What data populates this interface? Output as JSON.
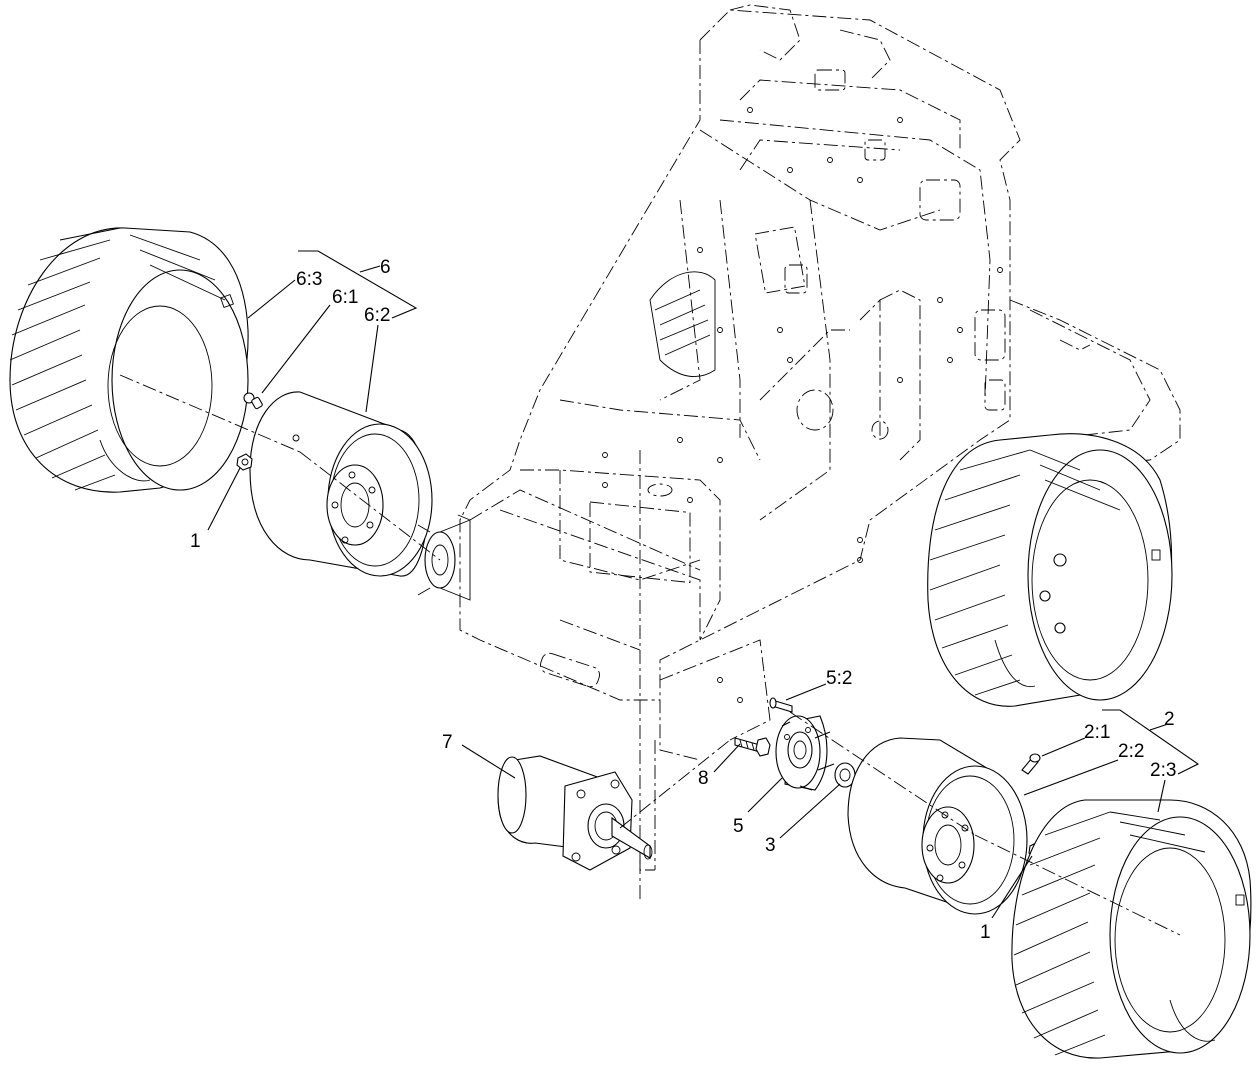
{
  "callouts": {
    "c6": "6",
    "c6_1": "6:1",
    "c6_2": "6:2",
    "c6_3": "6:3",
    "c1a": "1",
    "c1b": "1",
    "c7": "7",
    "c8": "8",
    "c5": "5",
    "c5_2": "5:2",
    "c3": "3",
    "c2": "2",
    "c2_1": "2:1",
    "c2_2": "2:2",
    "c2_3": "2:3"
  },
  "parts": {
    "frame": "machine-frame",
    "left_tire": "tire",
    "right_rear_tire": "tire",
    "right_front_tire": "tire",
    "left_rim": "wheel-rim",
    "right_rim": "wheel-rim",
    "motor": "wheel-motor",
    "hub": "wheel-hub"
  }
}
